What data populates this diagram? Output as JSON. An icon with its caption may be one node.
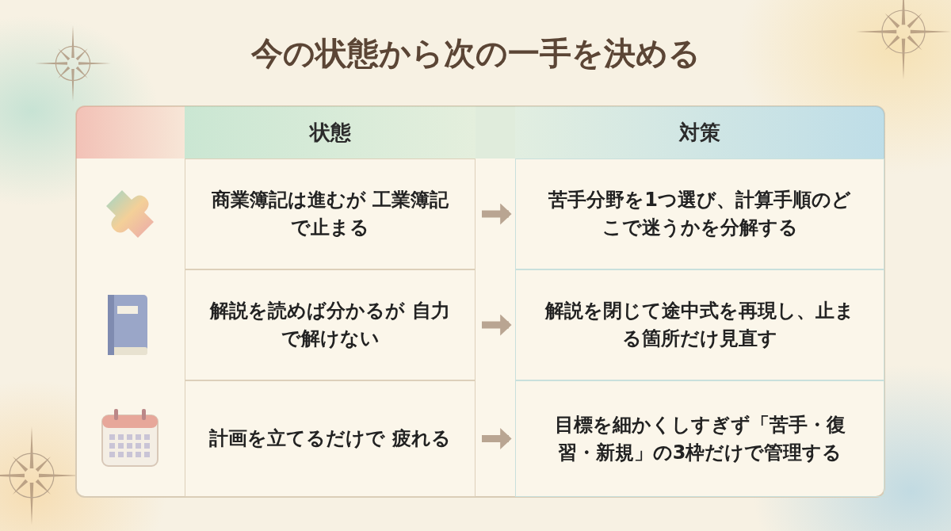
{
  "diagram": {
    "title": "今の状態から次の一手を決める",
    "nodes": [
      {
        "text": [
          "商業簿記は進むが 工業簿記で止まる"
        ]
      },
      {
        "text": [
          "苦手分野を1つ選び、計算手順のどこで迷うかを分解する"
        ]
      },
      {
        "text": [
          "解説を読めば分かるが 自力で解けない"
        ]
      },
      {
        "text": [
          "解説を閉じて途中式を再現し、止まる箇所だけ見直す"
        ]
      },
      {
        "text": [
          "計画を立てるだけで 疲れる"
        ]
      },
      {
        "text": [
          "目標を細かくしすぎず「苦手・復習・新規」の3枠だけで管理する"
        ]
      }
    ],
    "edges": [
      {
        "from": 0,
        "to": 1,
        "arrow": "to"
      },
      {
        "from": 2,
        "to": 3,
        "arrow": "to"
      },
      {
        "from": 4,
        "to": 5,
        "arrow": "to"
      }
    ],
    "labels": [
      "状態",
      "対策"
    ]
  }
}
